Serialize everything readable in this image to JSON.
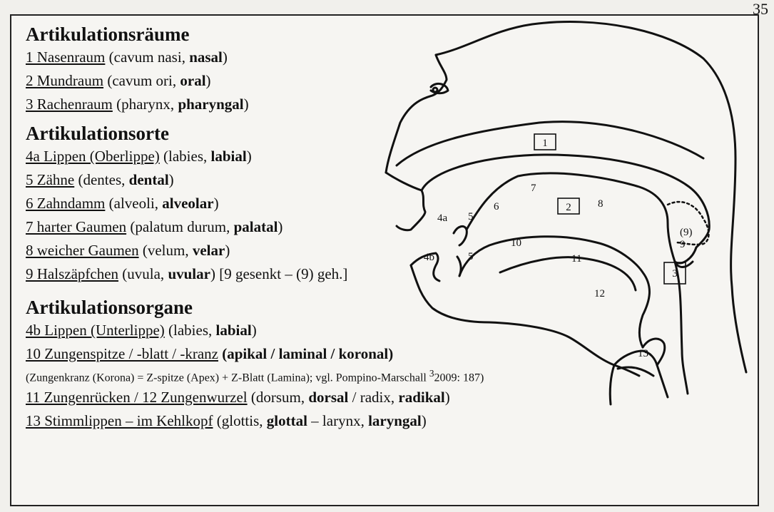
{
  "page_number": "35",
  "sections": {
    "raeume": {
      "heading": "Artikulationsräume",
      "items": [
        {
          "u": "1 Nasenraum",
          "rest": " (cavum nasi, ",
          "b": "nasal",
          "end": ")"
        },
        {
          "u": "2 Mundraum",
          "rest": " (cavum ori, ",
          "b": "oral",
          "end": ")"
        },
        {
          "u": "3 Rachenraum",
          "rest": " (pharynx, ",
          "b": "pharyngal",
          "end": ")"
        }
      ]
    },
    "orte": {
      "heading": "Artikulationsorte",
      "items": [
        {
          "u": "4a Lippen (Oberlippe)",
          "rest": " (labies, ",
          "b": "labial",
          "end": ")"
        },
        {
          "u": "5 Zähne",
          "rest": " (dentes, ",
          "b": "dental",
          "end": ")"
        },
        {
          "u": "6 Zahndamm",
          "rest": " (alveoli, ",
          "b": "alveolar",
          "end": ")"
        },
        {
          "u": "7 harter Gaumen",
          "rest": " (palatum durum, ",
          "b": "palatal",
          "end": ")"
        },
        {
          "u": "8 weicher Gaumen",
          "rest": " (velum, ",
          "b": "velar",
          "end": ")"
        },
        {
          "u": "9 Halszäpfchen",
          "rest": " (uvula, ",
          "b": "uvular",
          "end": ") [9 gesenkt – (9) geh.]"
        }
      ]
    },
    "organe": {
      "heading": "Artikulationsorgane",
      "item_4b": {
        "u": "4b Lippen (Unterlippe)",
        "rest": " (labies, ",
        "b": "labial",
        "end": ")"
      },
      "item_10": {
        "u": "10 Zungenspitze / -blatt / -kranz",
        "b": " (apikal / laminal / koronal)"
      },
      "note_pre": "(Zungenkranz (Korona) = Z-spitze (Apex) + Z-Blatt (Lamina); vgl. Pompino-Marschall ",
      "note_sup": "3",
      "note_post": "2009: 187)",
      "item_11": {
        "u": "11 Zungenrücken / 12 Zungenwurzel",
        "rest": " (dorsum, ",
        "b1": "dorsal",
        "mid": " / radix, ",
        "b2": "radikal",
        "end": ")"
      },
      "item_13": {
        "u": "13 Stimmlippen – im Kehlkopf",
        "rest": " (glottis, ",
        "b1": "glottal",
        "mid": " – larynx, ",
        "b2": "laryngal",
        "end": ")"
      }
    }
  },
  "diagram_labels": {
    "l1": "1",
    "l2": "2",
    "l3": "3",
    "l4a": "4a",
    "l4b": "4b",
    "l5a": "5",
    "l5b": "5",
    "l6": "6",
    "l7": "7",
    "l8": "8",
    "l9": "9",
    "l9r": "(9)",
    "l10": "10",
    "l11": "11",
    "l12": "12",
    "l13": "13"
  }
}
